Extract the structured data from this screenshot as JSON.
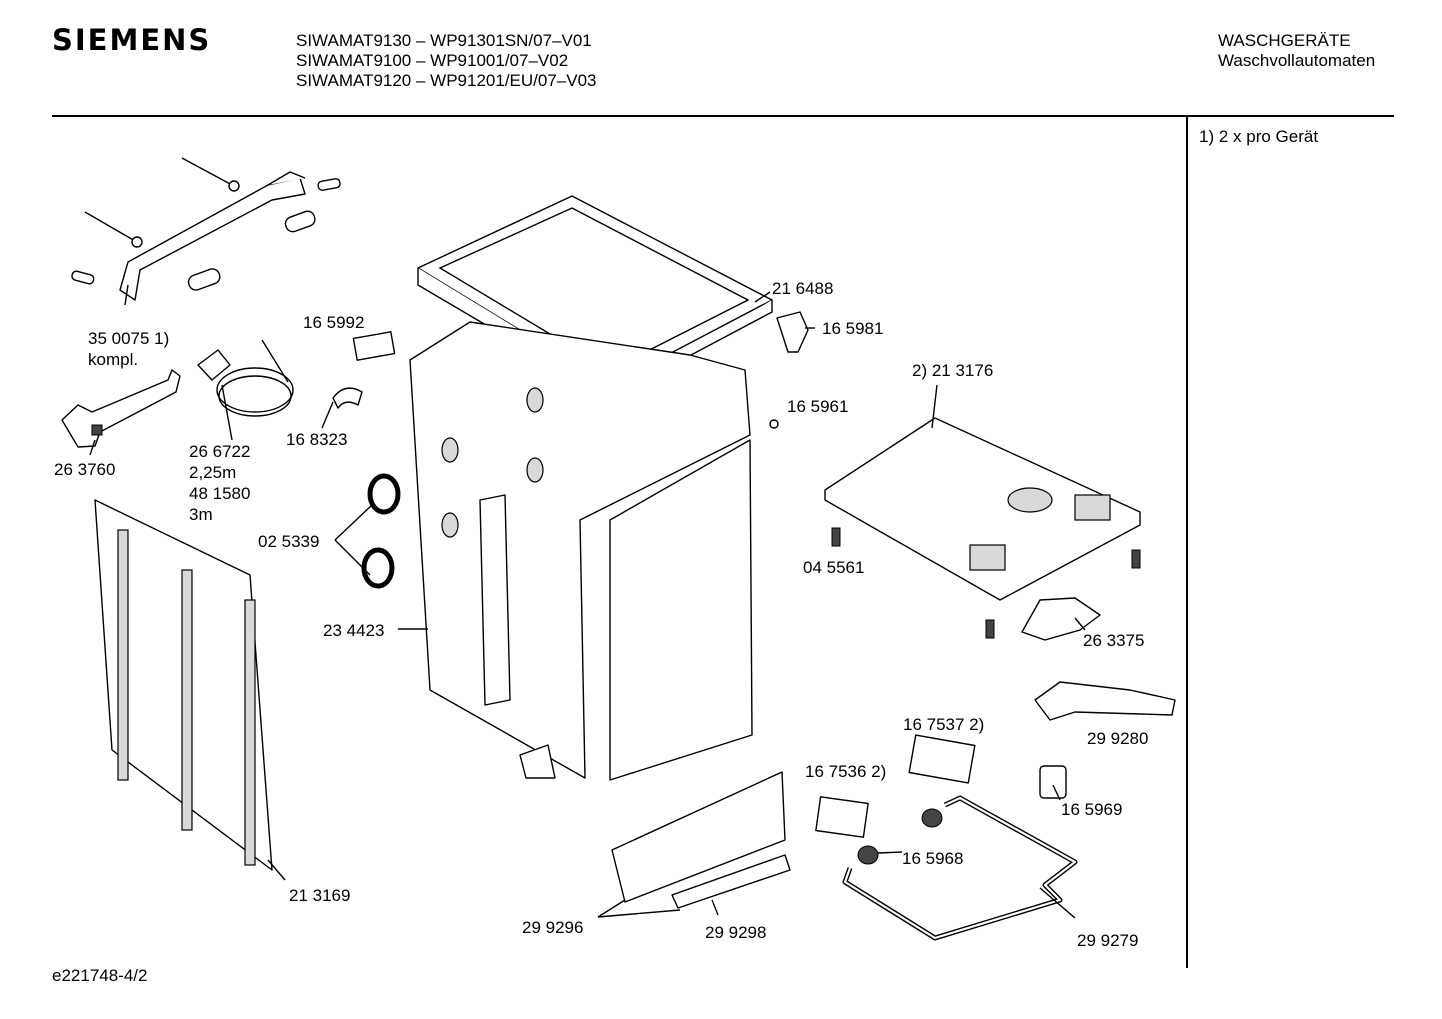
{
  "header": {
    "brand": "SIEMENS",
    "models": [
      "SIWAMAT9130 – WP91301SN/07–V01",
      "SIWAMAT9100 – WP91001/07–V02",
      "SIWAMAT9120 – WP91201/EU/07–V03"
    ],
    "category": "WASCHGERÄTE",
    "subcategory": "Waschvollautomaten"
  },
  "notes": [
    "1)  2 x pro Gerät"
  ],
  "footer": {
    "drawing_id": "e221748-4/2"
  },
  "parts": [
    {
      "key": "350075",
      "lines": [
        "35 0075 1)",
        "kompl."
      ]
    },
    {
      "key": "263760",
      "lines": [
        "26 3760"
      ]
    },
    {
      "key": "266722",
      "lines": [
        "26 6722",
        "2,25m",
        "48 1580",
        "3m"
      ]
    },
    {
      "key": "165992",
      "lines": [
        "16 5992"
      ]
    },
    {
      "key": "168323",
      "lines": [
        "16 8323"
      ]
    },
    {
      "key": "025339",
      "lines": [
        "02 5339"
      ]
    },
    {
      "key": "234423",
      "lines": [
        "23 4423"
      ]
    },
    {
      "key": "213169",
      "lines": [
        "21 3169"
      ]
    },
    {
      "key": "216488",
      "lines": [
        "21 6488"
      ]
    },
    {
      "key": "165981",
      "lines": [
        "16 5981"
      ]
    },
    {
      "key": "213176",
      "lines": [
        "2) 21 3176"
      ]
    },
    {
      "key": "165961",
      "lines": [
        "16 5961"
      ]
    },
    {
      "key": "045561",
      "lines": [
        "04 5561"
      ]
    },
    {
      "key": "263375",
      "lines": [
        "26 3375"
      ]
    },
    {
      "key": "299280",
      "lines": [
        "29 9280"
      ]
    },
    {
      "key": "167537",
      "lines": [
        "16 7537 2)"
      ]
    },
    {
      "key": "167536",
      "lines": [
        "16 7536 2)"
      ]
    },
    {
      "key": "165969",
      "lines": [
        "16 5969"
      ]
    },
    {
      "key": "165968",
      "lines": [
        "16 5968"
      ]
    },
    {
      "key": "299296",
      "lines": [
        "29 9296"
      ]
    },
    {
      "key": "299298",
      "lines": [
        "29 9298"
      ]
    },
    {
      "key": "299279",
      "lines": [
        "29 9279"
      ]
    }
  ]
}
